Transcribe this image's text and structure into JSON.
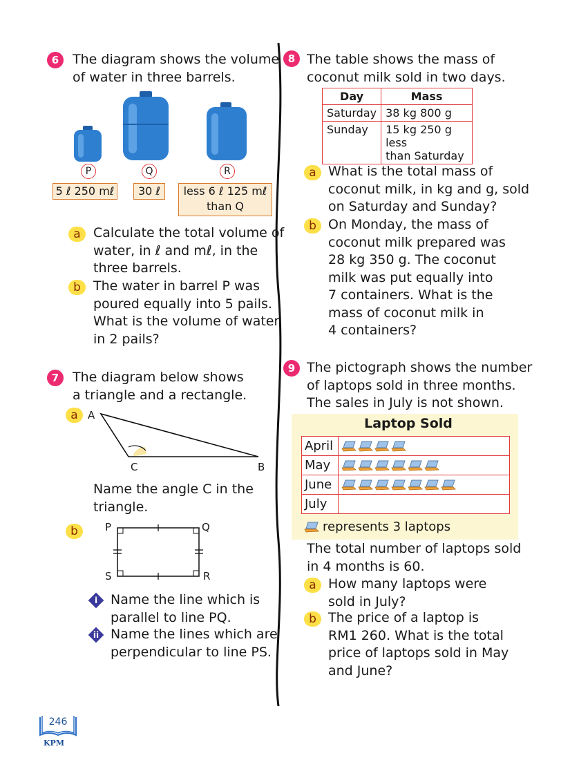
{
  "q6": {
    "num": "6",
    "intro": "The diagram shows the volume\nof water in three barrels.",
    "barrels": [
      {
        "label": "P",
        "volume": "5 ℓ 250 mℓ"
      },
      {
        "label": "Q",
        "volume": "30 ℓ"
      },
      {
        "label": "R",
        "volume": "less 6 ℓ 125 mℓ\nthan Q"
      }
    ],
    "a": {
      "letter": "a",
      "text": "Calculate the total volume of\nwater, in ℓ and mℓ, in the\nthree barrels."
    },
    "b": {
      "letter": "b",
      "text": "The water in barrel P was\npoured equally into 5 pails.\nWhat is the volume of water\nin 2 pails?"
    }
  },
  "q7": {
    "num": "7",
    "intro": "The diagram below shows\na triangle and a rectangle.",
    "a": {
      "letter": "a",
      "text": "Name the angle C in the\ntriangle."
    },
    "triangle_labels": {
      "A": "A",
      "B": "B",
      "C": "C"
    },
    "b": {
      "letter": "b"
    },
    "rect_labels": {
      "P": "P",
      "Q": "Q",
      "R": "R",
      "S": "S"
    },
    "i": {
      "mark": "i",
      "text": "Name the line which is\nparallel to line PQ."
    },
    "ii": {
      "mark": "ii",
      "text": "Name the lines which are\nperpendicular to line PS."
    }
  },
  "q8": {
    "num": "8",
    "intro": "The table shows the mass of\ncoconut milk sold in two days.",
    "table": {
      "headers": [
        "Day",
        "Mass"
      ],
      "rows": [
        [
          "Saturday",
          "38 kg 800 g"
        ],
        [
          "Sunday",
          "15 kg 250 g less\nthan Saturday"
        ]
      ]
    },
    "a": {
      "letter": "a",
      "text": "What is the total mass of\ncoconut milk, in kg and g, sold\non Saturday and Sunday?"
    },
    "b": {
      "letter": "b",
      "text": "On Monday, the mass of\ncoconut milk prepared was\n28 kg 350 g. The coconut\nmilk was put equally into\n7 containers. What is the\nmass of coconut milk in\n4 containers?"
    }
  },
  "q9": {
    "num": "9",
    "intro": "The pictograph shows the number\nof laptops sold in three months.\nThe sales in July is not shown.",
    "pictograph": {
      "title": "Laptop Sold",
      "rows": [
        {
          "month": "April",
          "icons": 4
        },
        {
          "month": "May",
          "icons": 6
        },
        {
          "month": "June",
          "icons": 7
        },
        {
          "month": "July",
          "icons": 0
        }
      ],
      "key": "represents 3 laptops"
    },
    "total": "The total number of laptops sold\nin 4 months is 60.",
    "a": {
      "letter": "a",
      "text": "How many laptops were\nsold in July?"
    },
    "b": {
      "letter": "b",
      "text": "The price of a laptop is\nRM1 260. What is the total\nprice of laptops sold in May\nand June?"
    }
  },
  "footer": {
    "page": "246",
    "publisher": "KPM"
  },
  "colors": {
    "accent": "#ec2a6f",
    "sub_badge": "#fde047",
    "table_border": "#e23b3b",
    "diamond": "#3b3a9c",
    "barrel": "#2f7fd0"
  }
}
